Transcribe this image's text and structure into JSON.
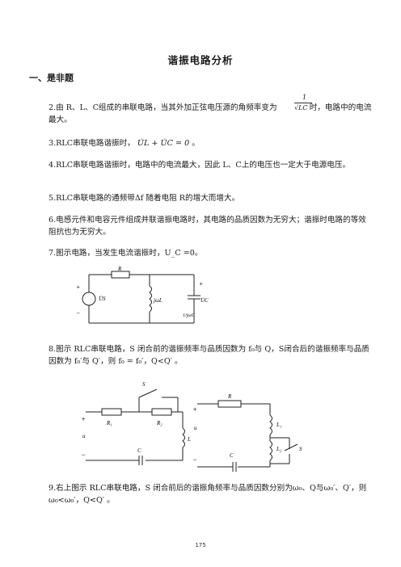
{
  "title": "谐振电路分析",
  "section": "一、是非题",
  "q2": {
    "text": "2.由 R、L、C组成的串联电路，当其外加正弦电压源的角频率变为",
    "formula_num": "1",
    "formula_den": "√LC",
    "after": "时，电路中的电流最大。"
  },
  "q3": {
    "text": "3.RLC串联电路谐振时，",
    "formula": "U̇L + U̇C = 0",
    "after": "。"
  },
  "q4": {
    "text": "4.RLC串联电路谐振时，电路中的电流最大，因此 L、C上的电压也一定大于电源电压。"
  },
  "q5": {
    "text": "5.RLC串联电路的通频带Δf 随着电阻 R的增大而增大。"
  },
  "q6": {
    "text": "6.电感元件和电容元件组成并联谐振电路时，其电路的品质因数为无穷大；谐振时电路的等效阻抗也为无穷大。"
  },
  "q7": {
    "text": "7.图示电路，当发生电流谐振时，U_C =0。"
  },
  "fig7": {
    "r": "R",
    "us": "U̇S",
    "uc": "U̇C",
    "jwl": "jωL",
    "jwc": "1/jωC",
    "plus": "+",
    "minus": "−"
  },
  "q8": {
    "text": "8.图示 RLC串联电路，S 闭合前的谐振频率与品质因数为 f₀与 Q，S闭合后的谐振频率与品质因数为 f₀′与 Q′，则 f₀ = f₀′，Q<Q′ 。"
  },
  "fig8a": {
    "s": "S",
    "r1": "R₁",
    "r2": "R₂",
    "l": "L",
    "c": "C",
    "u": "u",
    "plus": "+",
    "minus": "−"
  },
  "fig8b": {
    "r": "R",
    "l1": "L₁",
    "l2": "L₂",
    "c": "C",
    "s": "S",
    "u": "u",
    "plus": "+",
    "minus": "−"
  },
  "q9": {
    "text": "9.右上图示 RLC串联电路，S 闭合前后的谐振角频率与品质因数分别为ω₀、Q与ω₀′、Q′，则ω₀<ω₀′，Q<Q′ 。"
  },
  "page_number": "175"
}
